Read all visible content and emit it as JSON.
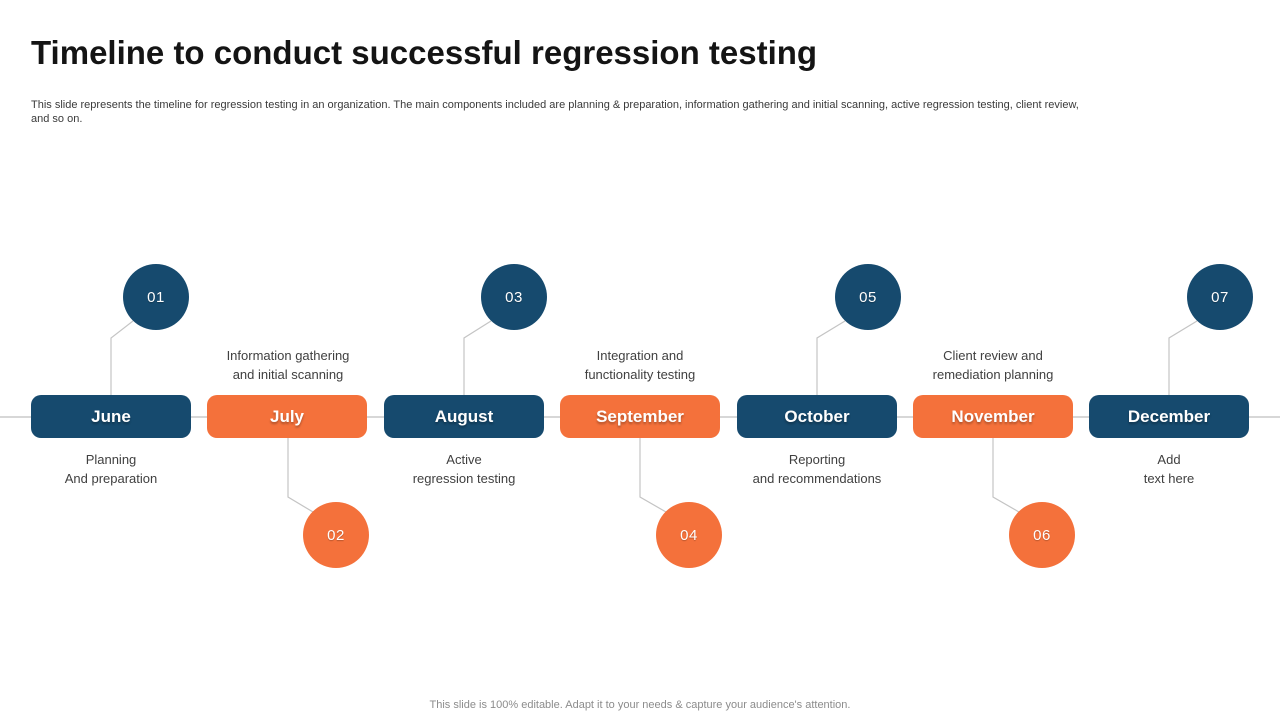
{
  "slide": {
    "title": "Timeline to conduct successful regression testing",
    "subtitle_line1": "This slide represents the timeline for regression testing in an organization. The main components included are planning & preparation, information gathering and initial scanning, active regression testing, client review,",
    "subtitle_line2": "and so on.",
    "footer": "This slide is 100% editable. Adapt it to your needs & capture your audience's attention."
  },
  "colors": {
    "navy": "#164A6E",
    "orange": "#F4713B",
    "connector_gray": "#C4C4C4",
    "timeline_gray": "#BFBFBF"
  },
  "timeline": {
    "items": [
      {
        "month": "June",
        "number": "01",
        "desc_line1": "Planning",
        "desc_line2": "And preparation"
      },
      {
        "month": "July",
        "number": "02",
        "desc_line1": "Information gathering",
        "desc_line2": "and initial scanning"
      },
      {
        "month": "August",
        "number": "03",
        "desc_line1": "Active",
        "desc_line2": "regression testing"
      },
      {
        "month": "September",
        "number": "04",
        "desc_line1": "Integration and",
        "desc_line2": "functionality testing"
      },
      {
        "month": "October",
        "number": "05",
        "desc_line1": "Reporting",
        "desc_line2": "and recommendations"
      },
      {
        "month": "November",
        "number": "06",
        "desc_line1": "Client review and",
        "desc_line2": "remediation planning"
      },
      {
        "month": "December",
        "number": "07",
        "desc_line1": "Add",
        "desc_line2": "text here"
      }
    ]
  }
}
